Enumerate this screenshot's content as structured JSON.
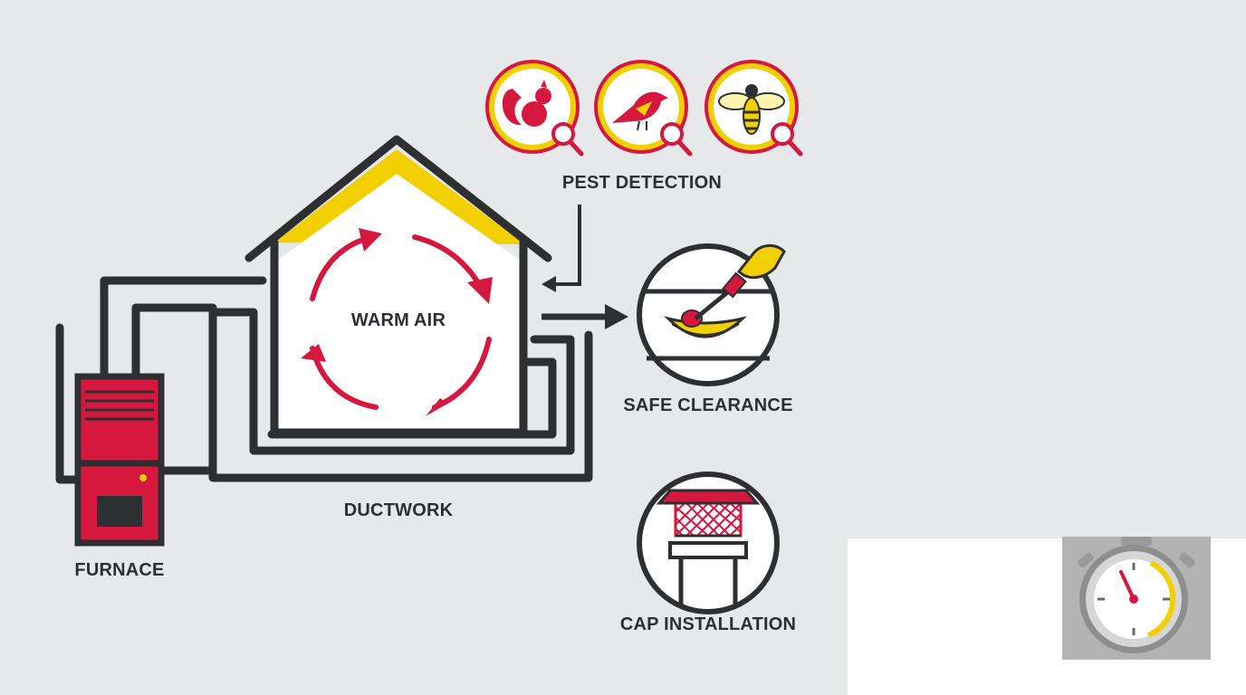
{
  "labels": {
    "warm_air": "WARM AIR",
    "ductwork": "DUCTWORK",
    "furnace": "FURNACE",
    "pest_detection": "PEST DETECTION",
    "safe_clearance": "SAFE CLEARANCE",
    "cap_installation": "CAP INSTALLATION"
  },
  "icons": {
    "pests": [
      "squirrel-icon",
      "bird-icon",
      "wasp-icon"
    ],
    "clearance": "nest-removal-icon",
    "cap": "chimney-cap-icon",
    "corner": "stopwatch-icon"
  },
  "colors": {
    "background": "#e6e8e9",
    "line": "#2d2f33",
    "red": "#d6173e",
    "yellow": "#f2d000",
    "white": "#ffffff",
    "gray_panel": "#b3b3b3"
  }
}
